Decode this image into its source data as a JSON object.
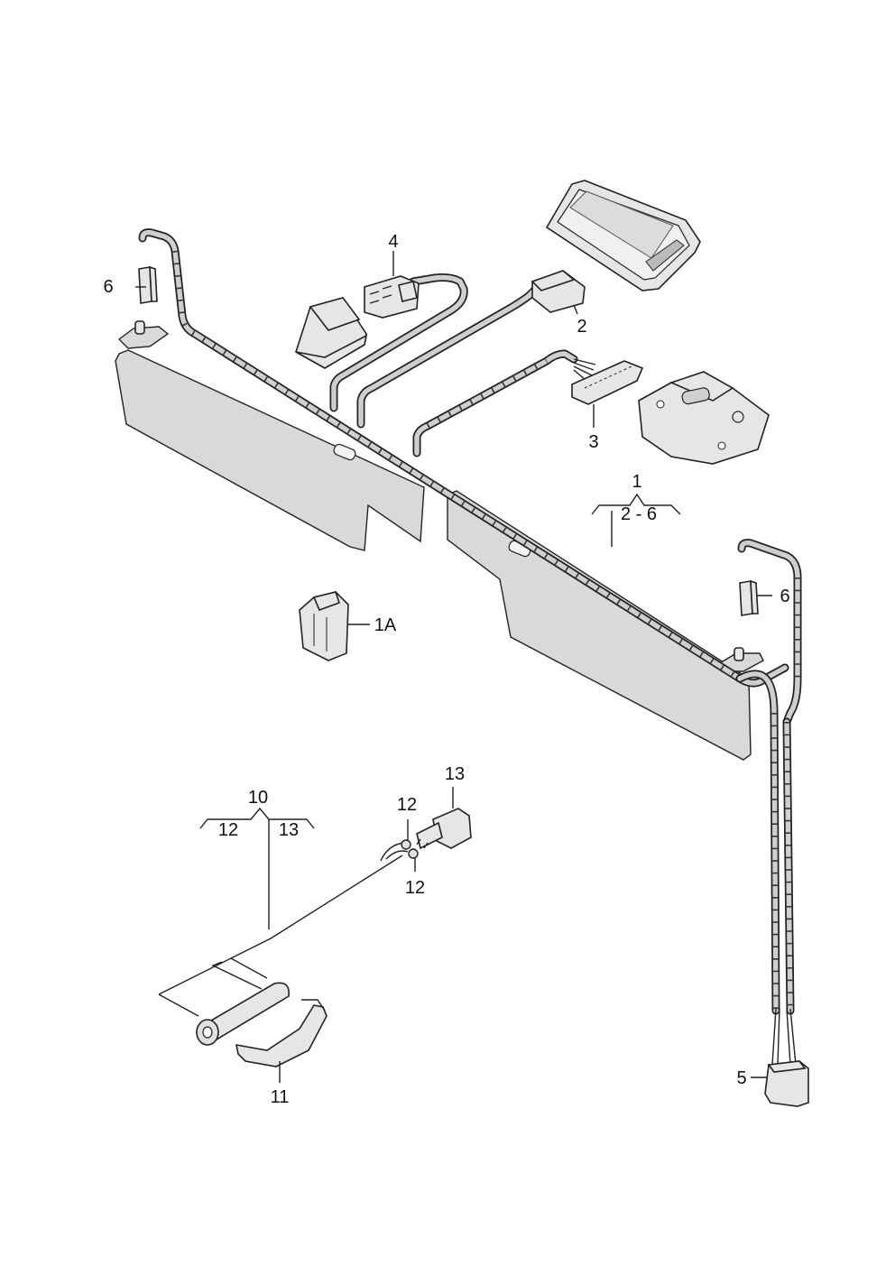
{
  "callouts": {
    "c1": "1",
    "c1_range": "2 - 6",
    "c1a": "1A",
    "c2": "2",
    "c3": "3",
    "c4": "4",
    "c5": "5",
    "c6_left": "6",
    "c6_right": "6",
    "c10": "10",
    "c10_left": "12",
    "c10_right": "13",
    "c11": "11",
    "c12_top": "12",
    "c12_bottom": "12",
    "c13": "13"
  }
}
